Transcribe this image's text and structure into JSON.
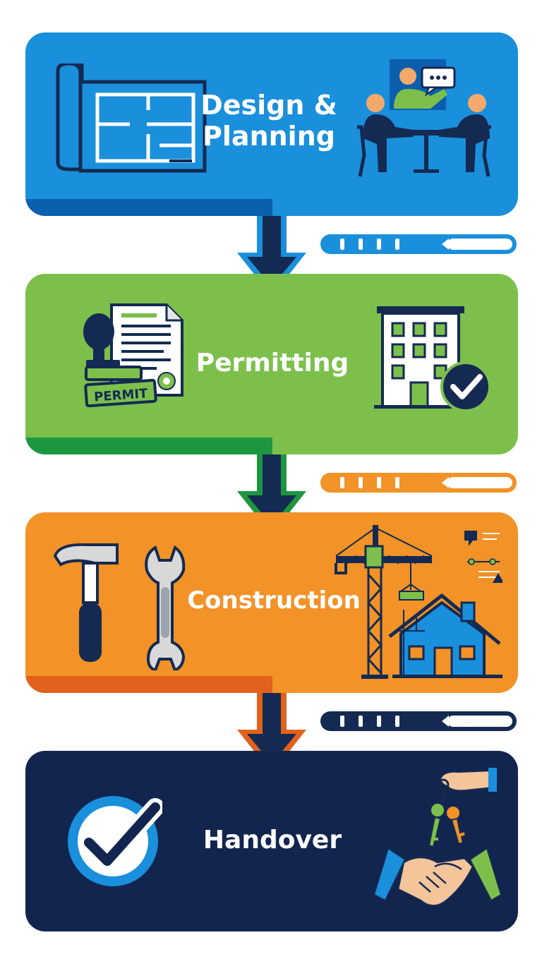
{
  "stages": [
    {
      "title": "Design & Planning"
    },
    {
      "title": "Permitting",
      "stamp_label": "PERMIT"
    },
    {
      "title": "Construction"
    },
    {
      "title": "Handover"
    }
  ],
  "colors": {
    "design": "#1a8fdb",
    "design_dark": "#0b5fae",
    "permitting": "#7cc04b",
    "permitting_dark": "#1e9640",
    "construction": "#f29227",
    "construction_dark": "#e1611d",
    "handover": "#12254f",
    "navy": "#142a52"
  },
  "icons": {
    "design_left": "blueprint-icon",
    "design_right": "meeting-icon",
    "permitting_left": "permit-stamp-icon",
    "permitting_right": "approved-building-icon",
    "construction_left": "hammer-wrench-icon",
    "construction_right": "crane-house-icon",
    "handover_left": "check-circle-icon",
    "handover_right": "keys-handshake-icon"
  }
}
